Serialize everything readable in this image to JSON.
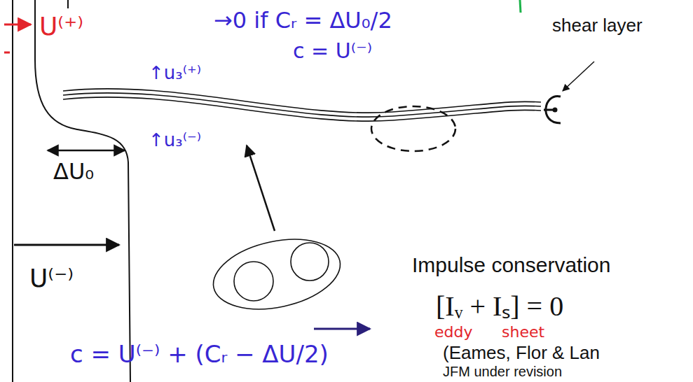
{
  "diagram": {
    "labels": [
      "U⁽⁺⁾",
      "→0 if Cᵣ = ΔU₀/2",
      "c = U⁽⁻⁾",
      "shear layer",
      "↑u₃⁽⁺⁾",
      "↑u₃⁽⁻⁾",
      "ΔU₀",
      "U⁽⁻⁾",
      "Impulse conservation",
      "[Iᵥ + Iₛ] = 0",
      "eddy",
      "sheet",
      "(Eames, Flor & Lan",
      "JFM under revision",
      "c = U⁽⁻⁾ + (Cᵣ − ΔU/2)"
    ]
  }
}
